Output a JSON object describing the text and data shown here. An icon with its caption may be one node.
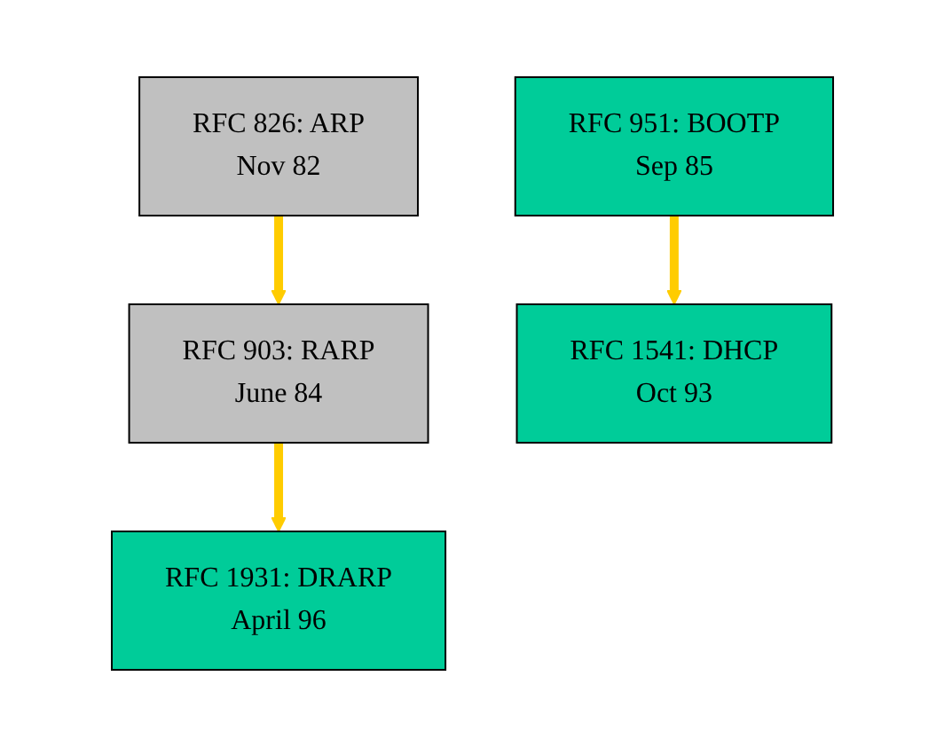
{
  "diagram": {
    "nodes": [
      {
        "text": [
          "RFC 826: ARP",
          "Nov 82"
        ]
      },
      {
        "text": [
          "RFC 903: RARP",
          "June 84"
        ]
      },
      {
        "text": [
          "RFC 1931: DRARP",
          "April 96"
        ]
      },
      {
        "text": [
          "RFC 951: BOOTP",
          "Sep 85"
        ]
      },
      {
        "text": [
          "RFC 1541: DHCP",
          "Oct 93"
        ]
      }
    ],
    "edges": [
      {
        "from": 0,
        "to": 1,
        "arrow": "to"
      },
      {
        "from": 1,
        "to": 2,
        "arrow": "to"
      },
      {
        "from": 3,
        "to": 4,
        "arrow": "to"
      }
    ]
  }
}
